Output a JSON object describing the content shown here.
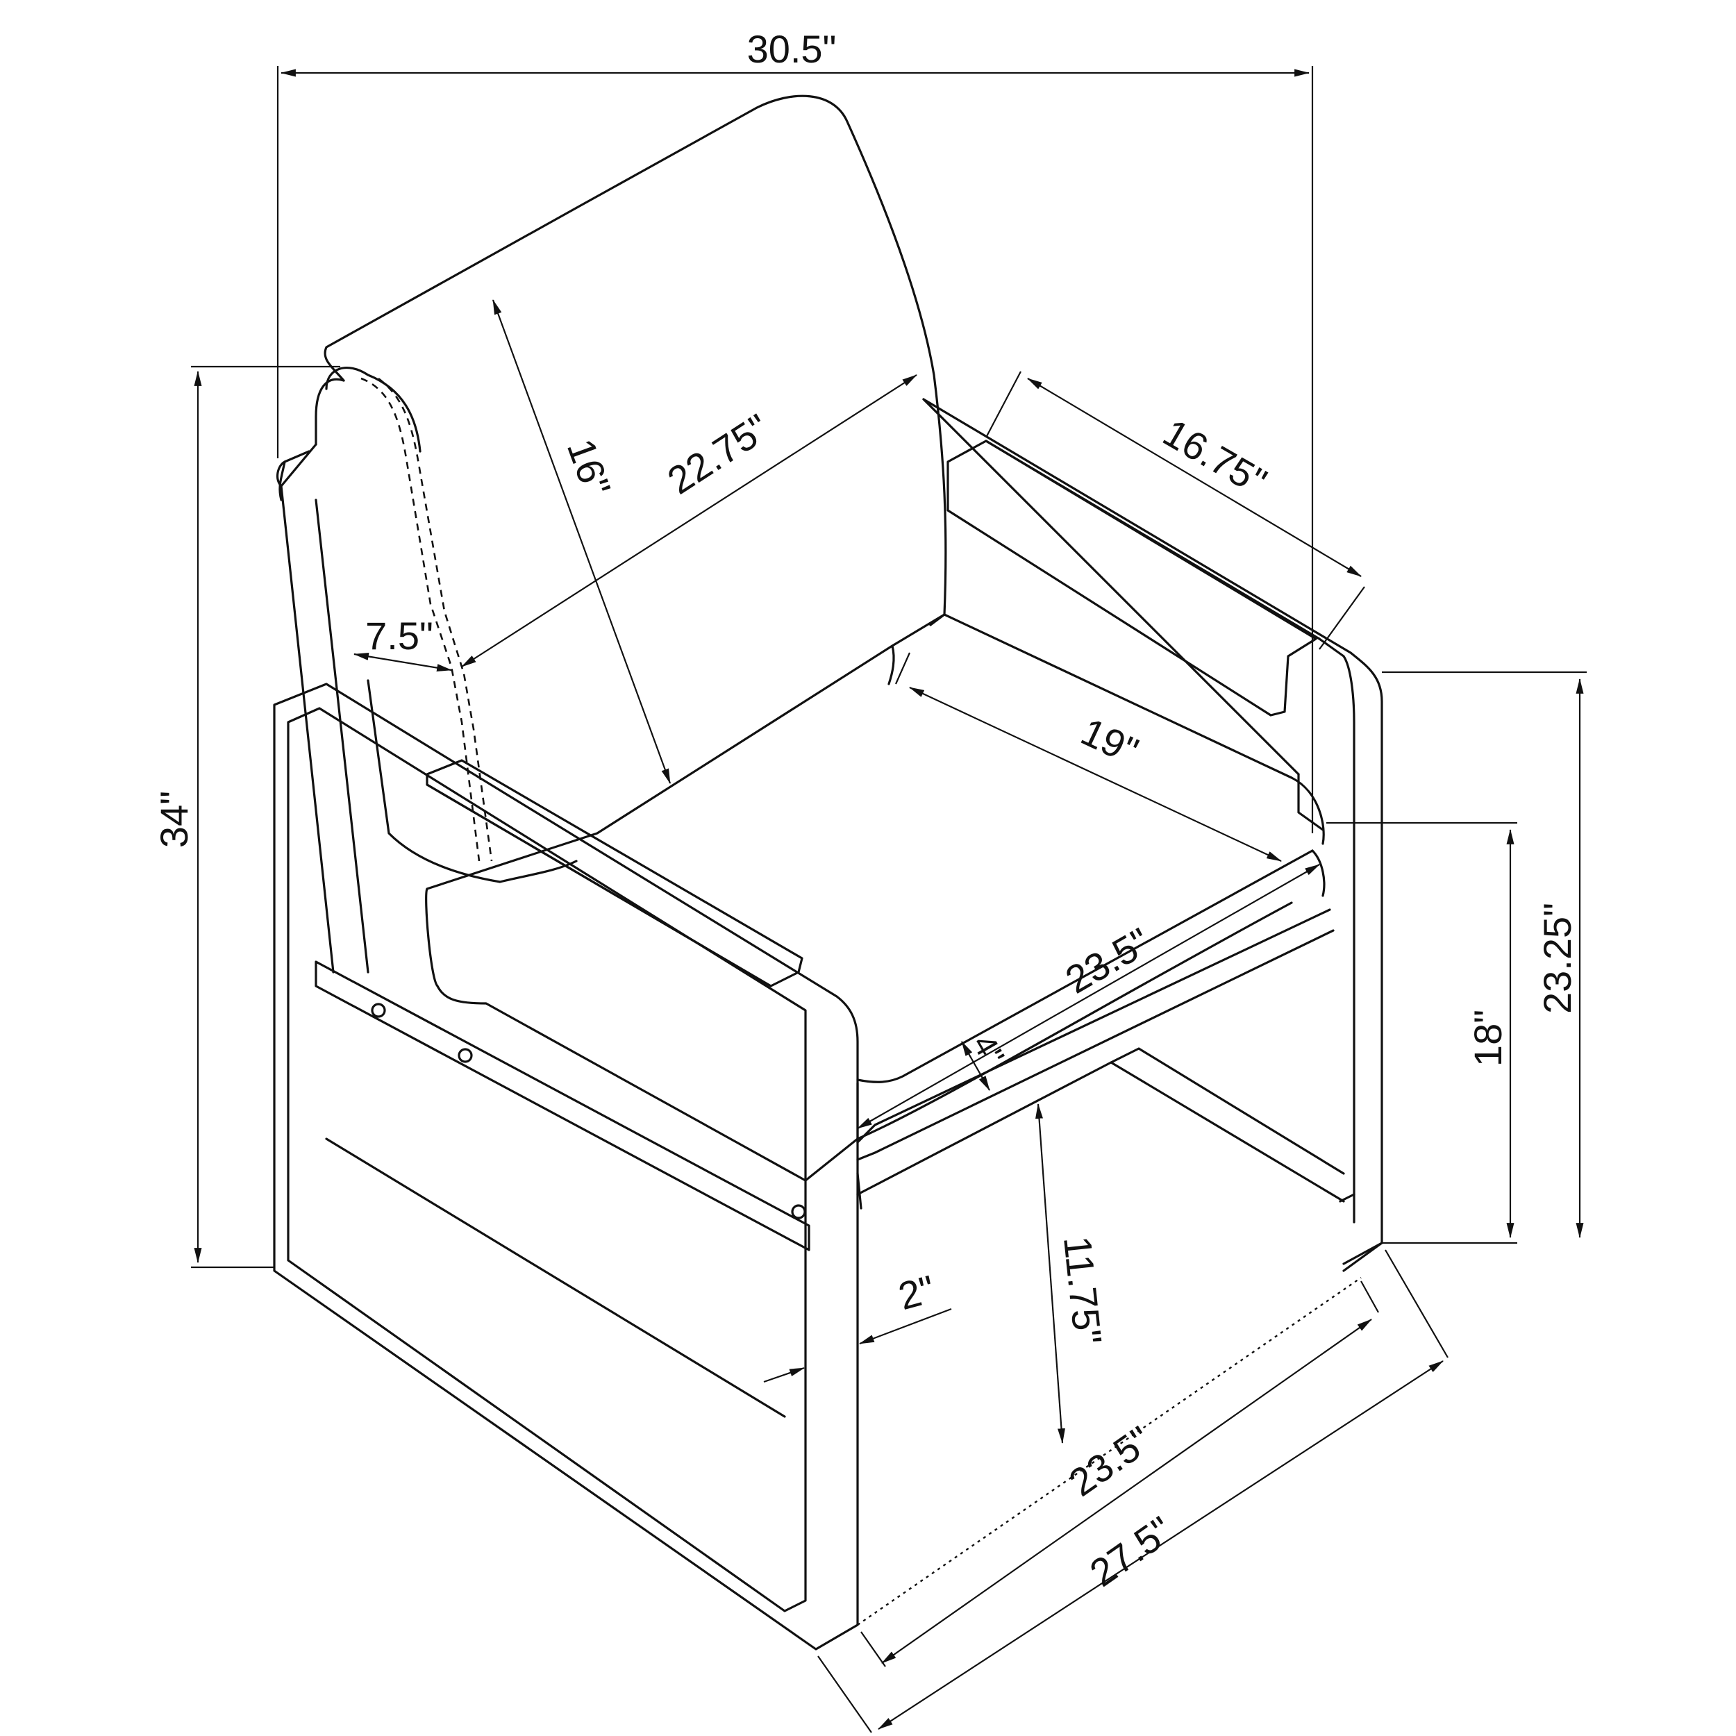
{
  "dimensions": {
    "overall_width": "30.5\"",
    "overall_height": "34\"",
    "back_height": "16\"",
    "back_width": "22.75\"",
    "back_thickness": "7.5\"",
    "arm_length": "16.75\"",
    "seat_width": "19\"",
    "seat_depth": "23.5\"",
    "cushion_thickness": "4\"",
    "seat_height": "18\"",
    "arm_height": "23.25\"",
    "leg_clearance": "11.75\"",
    "frame_thickness": "2\"",
    "base_inner_depth": "23.5\"",
    "overall_depth": "27.5\""
  }
}
